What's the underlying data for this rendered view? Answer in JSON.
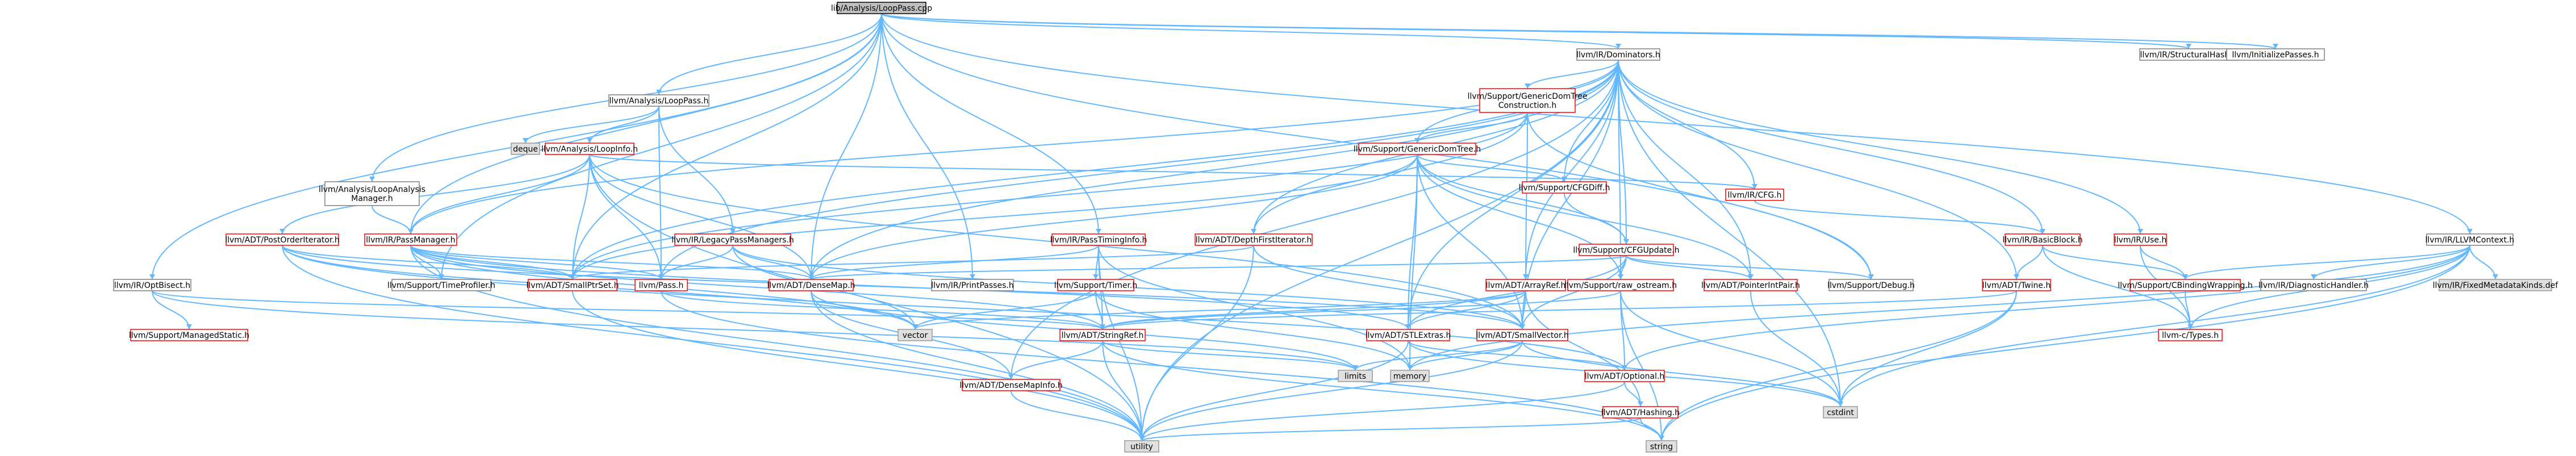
{
  "colors": {
    "root_fill": "#bfbfbf",
    "root_border": "#000000",
    "internal_border": "#ff0000",
    "internal_fill": "#ffffff",
    "external_border": "#7f7f7f",
    "external_fill": "#ffffff",
    "system_fill": "#e0e0e0",
    "system_border": "#999999",
    "edge": "#63b8ff",
    "background": "#ffffff"
  },
  "nodes": [
    {
      "id": "root",
      "label": "lib/Analysis/LoopPass.cpp",
      "kind": "root"
    },
    {
      "id": "dominators",
      "label": "llvm/IR/Dominators.h",
      "kind": "external"
    },
    {
      "id": "structuralhash",
      "label": "llvm/IR/StructuralHash.h",
      "kind": "external"
    },
    {
      "id": "initializepasses",
      "label": "llvm/InitializePasses.h",
      "kind": "external"
    },
    {
      "id": "looppass",
      "label": "llvm/Analysis/LoopPass.h",
      "kind": "external"
    },
    {
      "id": "gdtconstruction",
      "label": [
        "llvm/Support/GenericDomTree",
        "Construction.h"
      ],
      "kind": "internal"
    },
    {
      "id": "deque",
      "label": "deque",
      "kind": "system"
    },
    {
      "id": "loopinfo",
      "label": "llvm/Analysis/LoopInfo.h",
      "kind": "internal"
    },
    {
      "id": "genericdomtree",
      "label": "llvm/Support/GenericDomTree.h",
      "kind": "internal"
    },
    {
      "id": "loopanalysismanager",
      "label": [
        "llvm/Analysis/LoopAnalysis",
        "Manager.h"
      ],
      "kind": "external"
    },
    {
      "id": "cfgdiff",
      "label": "llvm/Support/CFGDiff.h",
      "kind": "internal"
    },
    {
      "id": "ircfg",
      "label": "llvm/IR/CFG.h",
      "kind": "internal"
    },
    {
      "id": "legacypassmanagers",
      "label": "llvm/IR/LegacyPassManagers.h",
      "kind": "internal"
    },
    {
      "id": "passtiminginfo",
      "label": "llvm/IR/PassTimingInfo.h",
      "kind": "internal"
    },
    {
      "id": "postorderiterator",
      "label": "llvm/ADT/PostOrderIterator.h",
      "kind": "internal"
    },
    {
      "id": "passmanager",
      "label": "llvm/IR/PassManager.h",
      "kind": "internal"
    },
    {
      "id": "depthfirstiterator",
      "label": "llvm/ADT/DepthFirstIterator.h",
      "kind": "internal"
    },
    {
      "id": "cfgupdate",
      "label": "llvm/Support/CFGUpdate.h",
      "kind": "internal"
    },
    {
      "id": "basicblock",
      "label": "llvm/IR/BasicBlock.h",
      "kind": "internal"
    },
    {
      "id": "iruse",
      "label": "llvm/IR/Use.h",
      "kind": "internal"
    },
    {
      "id": "llvmcontext",
      "label": "llvm/IR/LLVMContext.h",
      "kind": "external"
    },
    {
      "id": "optbisect",
      "label": "llvm/IR/OptBisect.h",
      "kind": "external"
    },
    {
      "id": "timeprofiler",
      "label": "llvm/Support/TimeProfiler.h",
      "kind": "external"
    },
    {
      "id": "smallptrset",
      "label": "llvm/ADT/SmallPtrSet.h",
      "kind": "internal"
    },
    {
      "id": "irpass",
      "label": "llvm/Pass.h",
      "kind": "internal"
    },
    {
      "id": "densemap",
      "label": "llvm/ADT/DenseMap.h",
      "kind": "internal"
    },
    {
      "id": "printpasses",
      "label": "llvm/IR/PrintPasses.h",
      "kind": "external"
    },
    {
      "id": "supporttimer",
      "label": "llvm/Support/Timer.h",
      "kind": "internal"
    },
    {
      "id": "arrayref",
      "label": "llvm/ADT/ArrayRef.h",
      "kind": "internal"
    },
    {
      "id": "rawostream",
      "label": "llvm/Support/raw_ostream.h",
      "kind": "internal"
    },
    {
      "id": "pointerintpair",
      "label": "llvm/ADT/PointerIntPair.h",
      "kind": "internal"
    },
    {
      "id": "supportdebug",
      "label": "llvm/Support/Debug.h",
      "kind": "external"
    },
    {
      "id": "twine",
      "label": "llvm/ADT/Twine.h",
      "kind": "internal"
    },
    {
      "id": "cbindingwrapping",
      "label": "llvm/Support/CBindingWrapping.h",
      "kind": "internal"
    },
    {
      "id": "diagnostichandler",
      "label": "llvm/IR/DiagnosticHandler.h",
      "kind": "external"
    },
    {
      "id": "fixedmetadatakinds",
      "label": "llvm/IR/FixedMetadataKinds.def",
      "kind": "system"
    },
    {
      "id": "managedstatic",
      "label": "llvm/Support/ManagedStatic.h",
      "kind": "internal"
    },
    {
      "id": "vector",
      "label": "vector",
      "kind": "system"
    },
    {
      "id": "stringref",
      "label": "llvm/ADT/StringRef.h",
      "kind": "internal"
    },
    {
      "id": "stlextras",
      "label": "llvm/ADT/STLExtras.h",
      "kind": "internal"
    },
    {
      "id": "smallvector",
      "label": "llvm/ADT/SmallVector.h",
      "kind": "internal"
    },
    {
      "id": "ctypes",
      "label": "llvm-c/Types.h",
      "kind": "internal"
    },
    {
      "id": "densemapinfo",
      "label": "llvm/ADT/DenseMapInfo.h",
      "kind": "internal"
    },
    {
      "id": "limits",
      "label": "limits",
      "kind": "system"
    },
    {
      "id": "memory",
      "label": "memory",
      "kind": "system"
    },
    {
      "id": "optional",
      "label": "llvm/ADT/Optional.h",
      "kind": "internal"
    },
    {
      "id": "cstdint",
      "label": "cstdint",
      "kind": "system"
    },
    {
      "id": "hashing",
      "label": "llvm/ADT/Hashing.h",
      "kind": "internal"
    },
    {
      "id": "utility",
      "label": "utility",
      "kind": "system"
    },
    {
      "id": "string",
      "label": "string",
      "kind": "system"
    }
  ]
}
